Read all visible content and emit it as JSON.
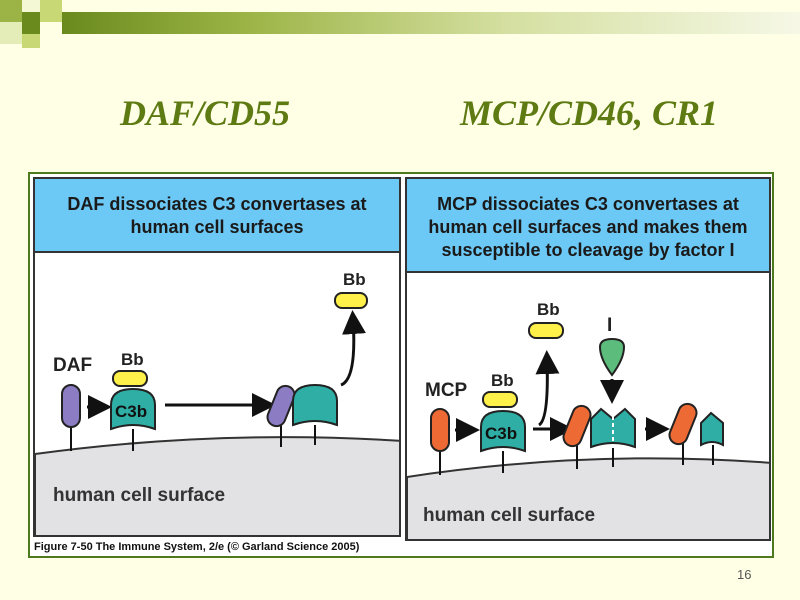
{
  "slide": {
    "heading_left": "DAF/CD55",
    "heading_right": "MCP/CD46, CR1",
    "page_number": "16"
  },
  "panel_left": {
    "title_line1": "DAF dissociates C3 convertases at",
    "title_line2": "human cell surfaces",
    "label_daf": "DAF",
    "label_bb": "Bb",
    "label_c3b": "C3b",
    "label_bb_released": "Bb",
    "surface_label": "human cell surface"
  },
  "panel_right": {
    "title_line1": "MCP dissociates C3 convertases at",
    "title_line2": "human cell surfaces and makes them",
    "title_line3": "susceptible to cleavage by factor I",
    "label_mcp": "MCP",
    "label_bb": "Bb",
    "label_c3b": "C3b",
    "label_bb_released": "Bb",
    "label_factor_i": "I",
    "surface_label": "human cell surface"
  },
  "caption": "Figure 7-50  The Immune System, 2/e (© Garland Science 2005)",
  "colors": {
    "heading": "#5e7a12",
    "title_band": "#6cc8f4",
    "daf": "#8c7cc4",
    "mcp": "#ee6a34",
    "c3b": "#2eaea4",
    "bb": "#fff04a",
    "factor_i": "#5cbc7c",
    "surface": "#e2e2e4"
  }
}
